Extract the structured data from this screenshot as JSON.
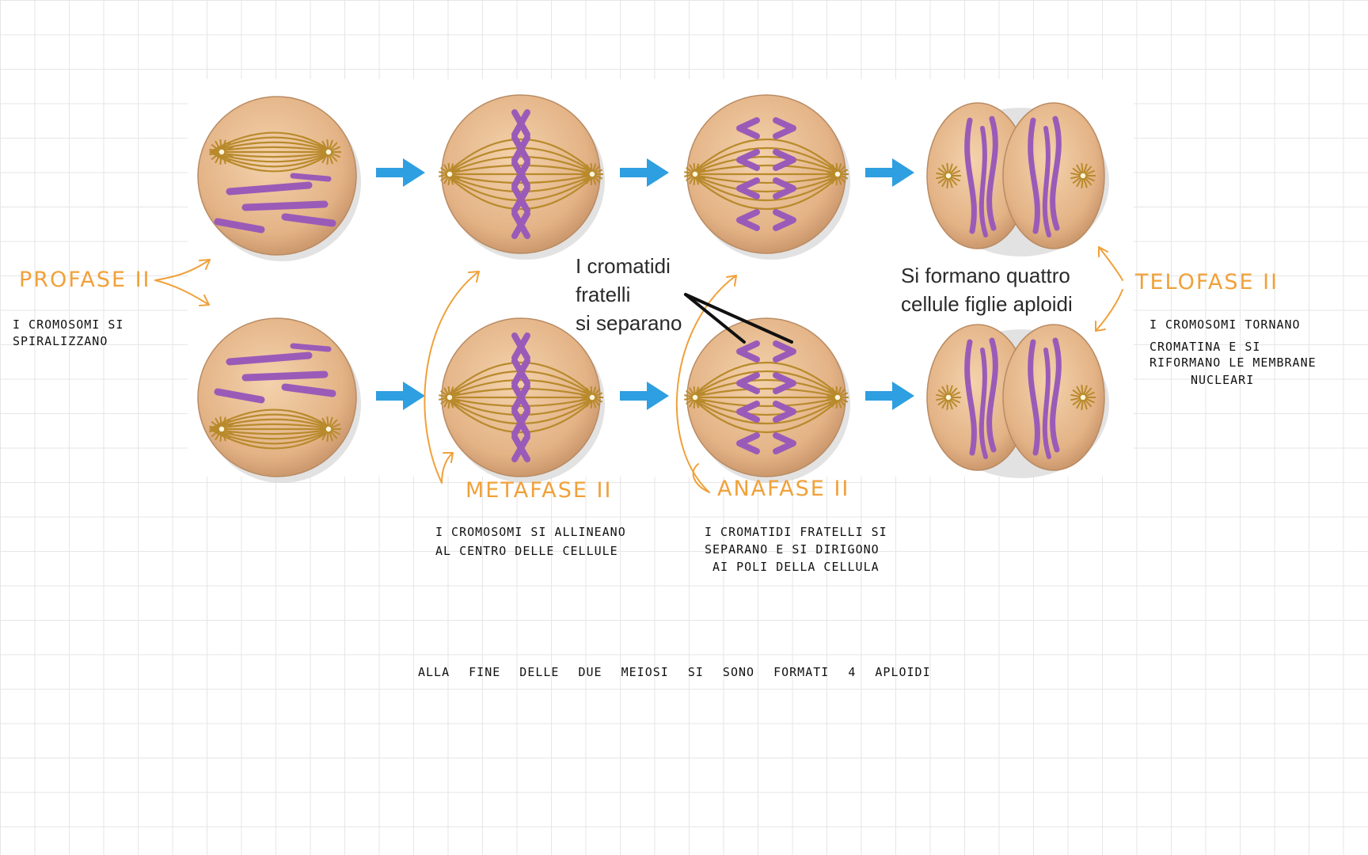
{
  "phases": {
    "profase": {
      "title": "PROFASE II",
      "note": "I cromosomi si spiralizzano"
    },
    "metafase": {
      "title": "METAFASE II",
      "note_line1": "I cromosomi si allineano",
      "note_line2": "al centro delle cellule"
    },
    "anafase": {
      "title": "ANAFASE II",
      "note_line1": "I cromatidi fratelli si",
      "note_line2": "separano e si dirigono",
      "note_line3": "ai poli della cellula"
    },
    "telofase": {
      "title": "TELOFASE II",
      "note_line1": "I cromosomi tornano",
      "note_line2": "cromatina e si",
      "note_line3": "riformano le membrane",
      "note_line4": "nucleari"
    }
  },
  "labels": {
    "cromatidi": [
      "I cromatidi",
      "fratelli",
      "si separano"
    ],
    "cellule": [
      "Si formano quattro",
      "cellule figlie aploidi"
    ]
  },
  "bottom_note": "alla fine delle due meiosi si sono formati 4 aploidi",
  "colors": {
    "accent": "#f0a13a",
    "arrow": "#2e9fe0",
    "chromosome": "#9a5bb8",
    "cell": "#e6b98d",
    "spindle": "#b88a2c"
  }
}
